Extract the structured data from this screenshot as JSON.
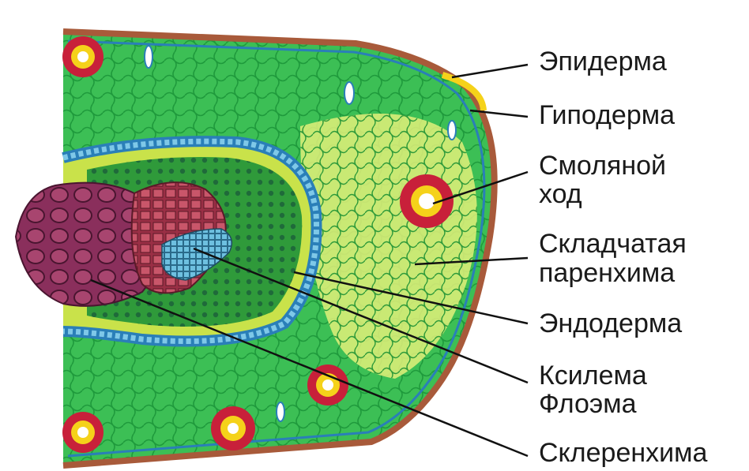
{
  "labels": {
    "epidermis": "Эпидерма",
    "hypodermis": "Гиподерма",
    "resin_duct_line1": "Смоляной",
    "resin_duct_line2": "ход",
    "plicate_parenchyma_line1": "Складчатая",
    "plicate_parenchyma_line2": "паренхима",
    "endodermis": "Эндодерма",
    "xylem": "Ксилема",
    "phloem": "Флоэма",
    "sclerenchyma": "Склеренхима"
  },
  "colors": {
    "mesophyll_green": "#2fb84a",
    "mesophyll_light": "#c9e86a",
    "inner_yellow_green": "#d6ec70",
    "endodermis_blue": "#2a7fb8",
    "endodermis_cell": "#7ec8e8",
    "sclerenchyma_purple": "#8a2f5c",
    "phloem_red": "#b83a4a",
    "xylem_blue": "#4aa3c8",
    "resin_red": "#c8203a",
    "resin_yellow": "#f5d21a",
    "epidermis_brown": "#a85a3a",
    "line_black": "#111111"
  }
}
